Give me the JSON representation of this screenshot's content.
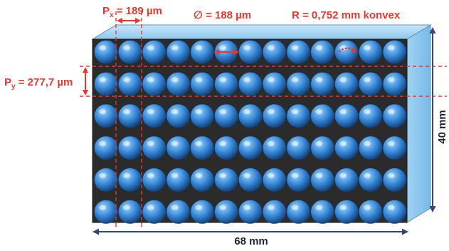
{
  "labels": {
    "pitch_x_prefix": "P",
    "pitch_x_sub": "x",
    "pitch_x_value": " = 189 µm",
    "diameter": "∅ = 188 µm",
    "radius": "R = 0,752 mm konvex",
    "pitch_y_prefix": "P",
    "pitch_y_sub": "y",
    "pitch_y_value": " = 277,7 µm",
    "height": "40 mm",
    "width": "68 mm"
  },
  "array": {
    "rows": 6,
    "columns": 13
  },
  "colors": {
    "annotation": "#e8372c",
    "dimension": "#33467a",
    "substrate_side": "#8ec8ee",
    "substrate_face": "#2b2b2b",
    "lens": "#2e7fd0"
  }
}
